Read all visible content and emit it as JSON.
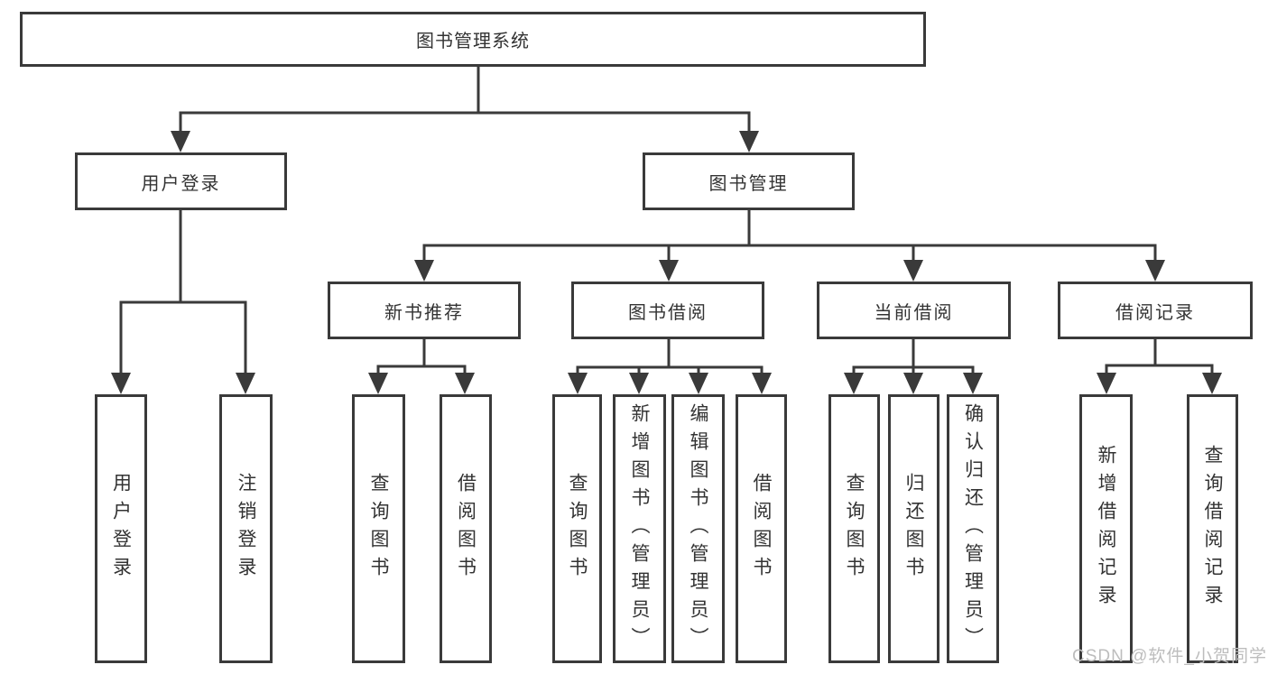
{
  "diagram": {
    "root": {
      "label": "图书管理系统"
    },
    "level2": [
      {
        "label": "用户登录"
      },
      {
        "label": "图书管理"
      }
    ],
    "level3": [
      {
        "label": "新书推荐"
      },
      {
        "label": "图书借阅"
      },
      {
        "label": "当前借阅"
      },
      {
        "label": "借阅记录"
      }
    ],
    "leaves": [
      {
        "label": "用户登录"
      },
      {
        "label": "注销登录"
      },
      {
        "label": "查询图书"
      },
      {
        "label": "借阅图书"
      },
      {
        "label": "查询图书"
      },
      {
        "label": "新增图书（管理员）"
      },
      {
        "label": "编辑图书（管理员）"
      },
      {
        "label": "借阅图书"
      },
      {
        "label": "查询图书"
      },
      {
        "label": "归还图书"
      },
      {
        "label": "确认归还（管理员）"
      },
      {
        "label": "新增借阅记录"
      },
      {
        "label": "查询借阅记录"
      }
    ]
  },
  "watermark": {
    "text": "CSDN @软件_小贺同学"
  },
  "colors": {
    "line": "#3a3a3a",
    "text": "#333333",
    "watermark": "#bdbdbd",
    "background": "#ffffff"
  }
}
